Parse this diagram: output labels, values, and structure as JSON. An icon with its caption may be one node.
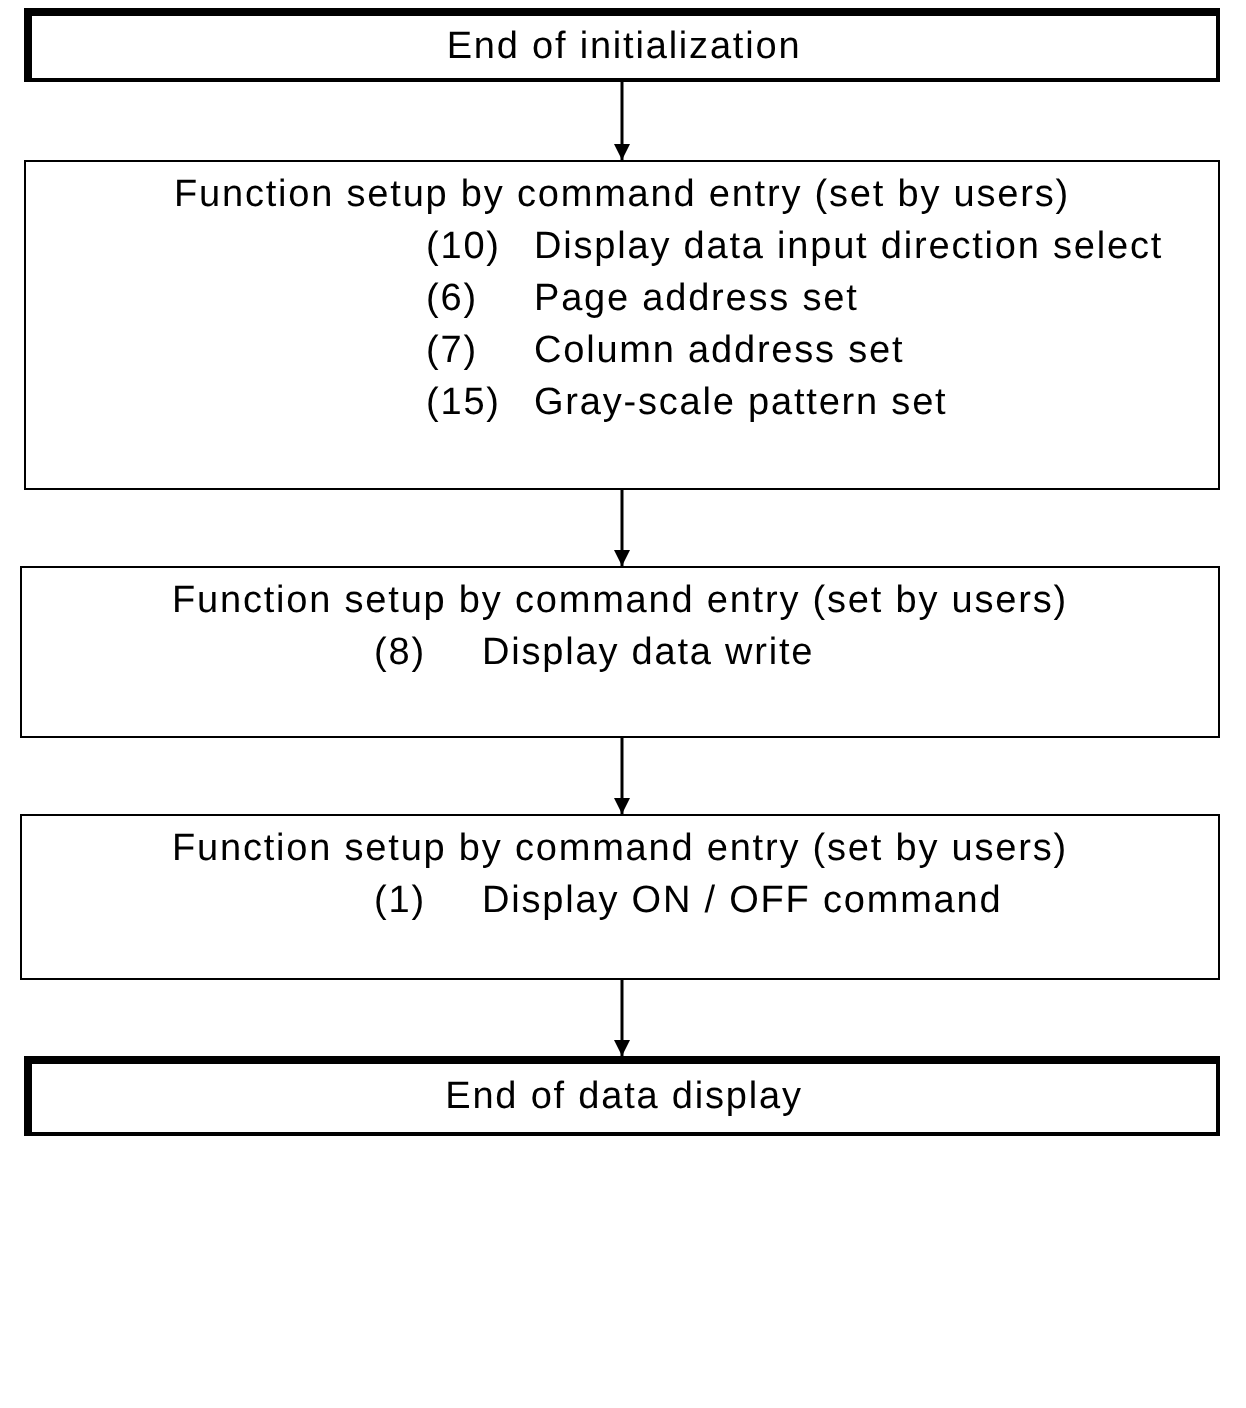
{
  "diagram": {
    "nodes": [
      {
        "text": [
          "End of initialization"
        ]
      },
      {
        "text": [
          "Function setup by command entry (set by users)",
          "(10)",
          "Display data input direction select",
          "(6)",
          "Page address set",
          "(7)",
          "Column address set",
          "(15)",
          "Gray-scale pattern set"
        ]
      },
      {
        "text": [
          "Function setup by command entry (set by users)",
          "(8)",
          "Display data write"
        ]
      },
      {
        "text": [
          "Function setup by command entry (set by users)",
          "(1)",
          "Display ON / OFF command"
        ]
      },
      {
        "text": [
          "End of data display"
        ]
      }
    ],
    "edges": [
      {
        "from": 0,
        "to": 1,
        "arrow": "to"
      },
      {
        "from": 1,
        "to": 2,
        "arrow": "to"
      },
      {
        "from": 2,
        "to": 3,
        "arrow": "to"
      },
      {
        "from": 3,
        "to": 4,
        "arrow": "to"
      }
    ]
  }
}
